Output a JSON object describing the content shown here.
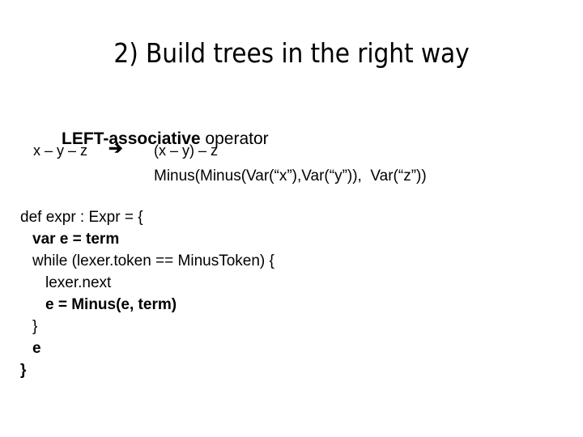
{
  "slide": {
    "title": "2) Build trees in the right way",
    "background_color": "#ffffff",
    "text_color": "#000000"
  },
  "heading": {
    "bold_part": "LEFT-associative",
    "regular_part": " operator"
  },
  "expression": {
    "left": "x – y – z",
    "arrow_icon": "right-arrow-icon",
    "arrow_glyph": "➔",
    "right": "(x – y) – z",
    "tree": "Minus(Minus(Var(“x”),Var(“y”)),  Var(“z”))"
  },
  "code": {
    "lines": [
      {
        "text": "def expr : Expr = {",
        "indent": 0,
        "bold": false
      },
      {
        "text": "var e = term",
        "indent": 1,
        "bold": true
      },
      {
        "text": "while (lexer.token == MinusToken) {",
        "indent": 1,
        "bold": false
      },
      {
        "text": "lexer.next",
        "indent": 2,
        "bold": false
      },
      {
        "text": "e = Minus(e, term)",
        "indent": 2,
        "bold": true
      },
      {
        "text": "}",
        "indent": 1,
        "bold": false
      },
      {
        "text": "e",
        "indent": 1,
        "bold": true
      },
      {
        "text": "}",
        "indent": 0,
        "bold": true
      }
    ]
  }
}
